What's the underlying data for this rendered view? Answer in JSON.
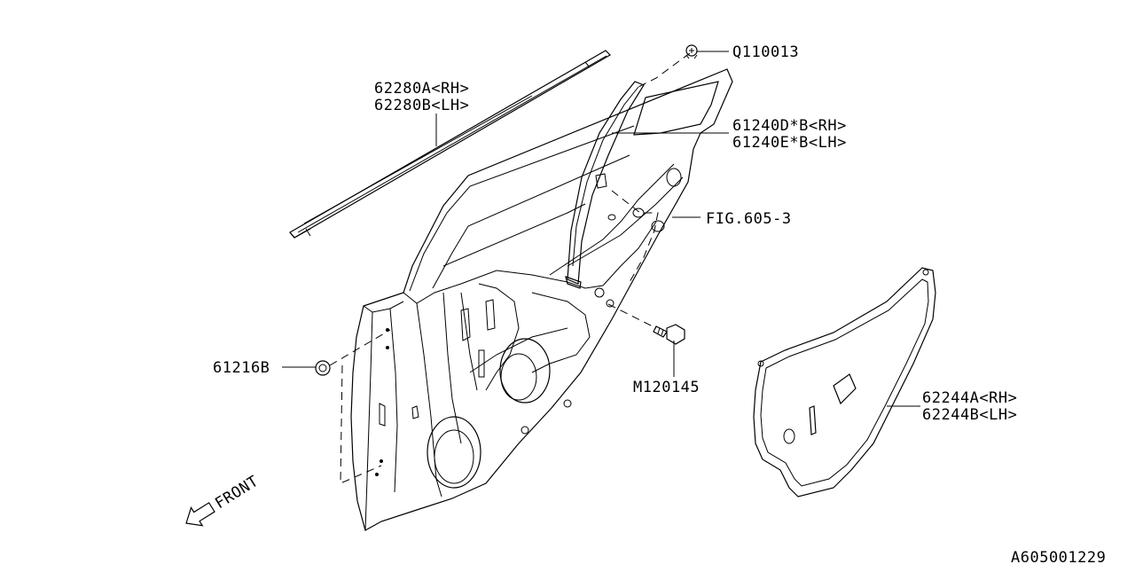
{
  "diagram": {
    "parts": {
      "clip": "Q110013",
      "weatherstrip_rh": "62280A<RH>",
      "weatherstrip_lh": "62280B<LH>",
      "sash_rh": "61240D*B<RH>",
      "sash_lh": "61240E*B<LH>",
      "fig_ref": "FIG.605-3",
      "plug": "61216B",
      "bolt": "M120145",
      "sealer_rh": "62244A<RH>",
      "sealer_lh": "62244B<LH>"
    },
    "front_label": "FRONT",
    "figure_number": "A605001229"
  }
}
